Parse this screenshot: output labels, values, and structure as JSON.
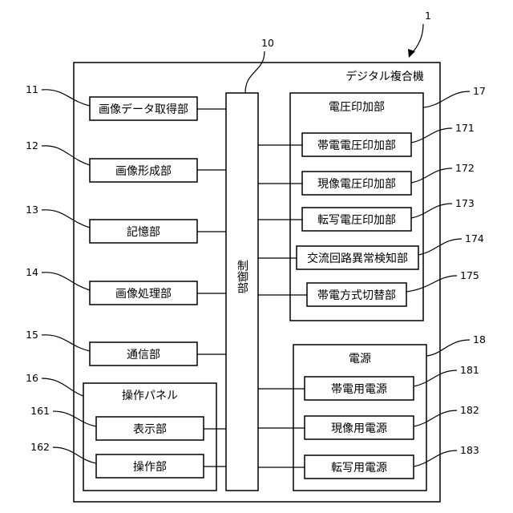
{
  "device": {
    "ref": "1",
    "title": "デジタル複合機"
  },
  "controller": {
    "ref": "10",
    "label": "制御部"
  },
  "left_units": [
    {
      "ref": "11",
      "label": "画像データ取得部"
    },
    {
      "ref": "12",
      "label": "画像形成部"
    },
    {
      "ref": "13",
      "label": "記憶部"
    },
    {
      "ref": "14",
      "label": "画像処理部"
    },
    {
      "ref": "15",
      "label": "通信部"
    }
  ],
  "operation_panel": {
    "ref": "16",
    "label": "操作パネル",
    "items": [
      {
        "ref": "161",
        "label": "表示部"
      },
      {
        "ref": "162",
        "label": "操作部"
      }
    ]
  },
  "voltage_unit": {
    "ref": "17",
    "label": "電圧印加部",
    "items": [
      {
        "ref": "171",
        "label": "帯電電圧印加部"
      },
      {
        "ref": "172",
        "label": "現像電圧印加部"
      },
      {
        "ref": "173",
        "label": "転写電圧印加部"
      },
      {
        "ref": "174",
        "label": "交流回路異常検知部"
      },
      {
        "ref": "175",
        "label": "帯電方式切替部"
      }
    ]
  },
  "power_supply": {
    "ref": "18",
    "label": "電源",
    "items": [
      {
        "ref": "181",
        "label": "帯電用電源"
      },
      {
        "ref": "182",
        "label": "現像用電源"
      },
      {
        "ref": "183",
        "label": "転写用電源"
      }
    ]
  }
}
